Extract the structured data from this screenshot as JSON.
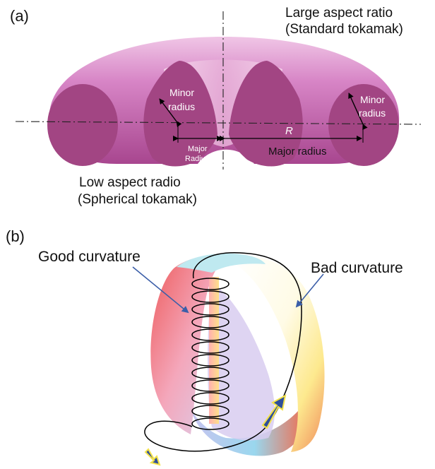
{
  "panel_a": {
    "label": "(a)",
    "large_aspect": {
      "line1": "Large aspect ratio",
      "line2": "(Standard tokamak)"
    },
    "low_aspect": {
      "line1": "Low aspect radio",
      "line2": "(Spherical tokamak)"
    },
    "sph_minor": {
      "line1": "Minor",
      "line2": "radius"
    },
    "sph_major": {
      "line1": "Major",
      "line2": "Radius"
    },
    "std_minor": {
      "line1": "Minor",
      "line2": "radius"
    },
    "R": "R",
    "std_major": "Major radius",
    "colors": {
      "torus": "#c268b0",
      "crosssection": "#a24583"
    }
  },
  "panel_b": {
    "label": "(b)",
    "good": "Good curvature",
    "bad": "Bad curvature",
    "colors": {
      "arrow": "#3b5ea8",
      "fieldline_arrow": "#2f4f9a",
      "arrow_outline": "#f3e24a"
    }
  }
}
